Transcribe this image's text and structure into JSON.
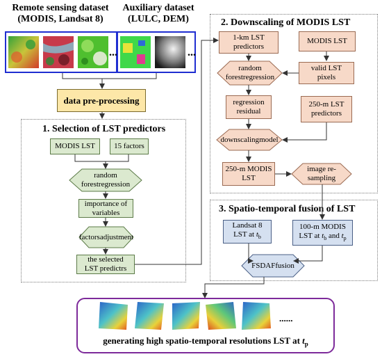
{
  "inputs": {
    "remote": {
      "line1": "Remote sensing dataset",
      "line2": "(MODIS, Landsat 8)",
      "more": "..."
    },
    "aux": {
      "line1": "Auxiliary dataset",
      "line2": "(LULC, DEM)",
      "more": "..."
    }
  },
  "preprocess": "data pre-processing",
  "section1": {
    "title": "1. Selection of LST predictors",
    "modis_lst": "MODIS LST",
    "factors": "15 factors",
    "rf": [
      "random forest",
      "regression"
    ],
    "importance": [
      "importance of",
      "variables"
    ],
    "adjust": [
      "factors",
      "adjustment"
    ],
    "selected": [
      "the selected",
      "LST predictrs"
    ]
  },
  "section2": {
    "title": "2. Downscaling of MODIS LST",
    "km_pred": [
      "1-km LST",
      "predictors"
    ],
    "modis_lst": "MODIS LST",
    "rf": [
      "random forest",
      "regression"
    ],
    "valid": [
      "valid LST",
      "pixels"
    ],
    "residual": [
      "regression",
      "residual"
    ],
    "m250_pred": [
      "250-m LST",
      "predictors"
    ],
    "downscale": [
      "downscaling",
      "model"
    ],
    "m250_modis": [
      "250-m MODIS",
      "LST"
    ],
    "resample": [
      "image re-",
      "sampling"
    ]
  },
  "section3": {
    "title": "3. Spatio-temporal fusion of LST",
    "landsat": {
      "l1": "Landsat 8",
      "l2": "LST at ",
      "t": "t",
      "sub": "b"
    },
    "modis100": {
      "l1": "100-m MODIS",
      "l2a": "LST at ",
      "t1": "t",
      "s1": "b",
      "and": " and ",
      "t2": "t",
      "s2": "p"
    },
    "fsdaf": [
      "FSDAF",
      "fusion"
    ]
  },
  "output": {
    "ellipsis": "......",
    "text": "generating high spatio-temporal resolutions LST at ",
    "t": "t",
    "sub": "p"
  },
  "colors": {
    "green_fill": "#dbe9cf",
    "pink_fill": "#f7d9c8",
    "blue_fill": "#d5e0f0",
    "preprocess_fill": "#fde7a8",
    "input_border": "#1f2ed1",
    "output_border": "#7d2a9a"
  }
}
